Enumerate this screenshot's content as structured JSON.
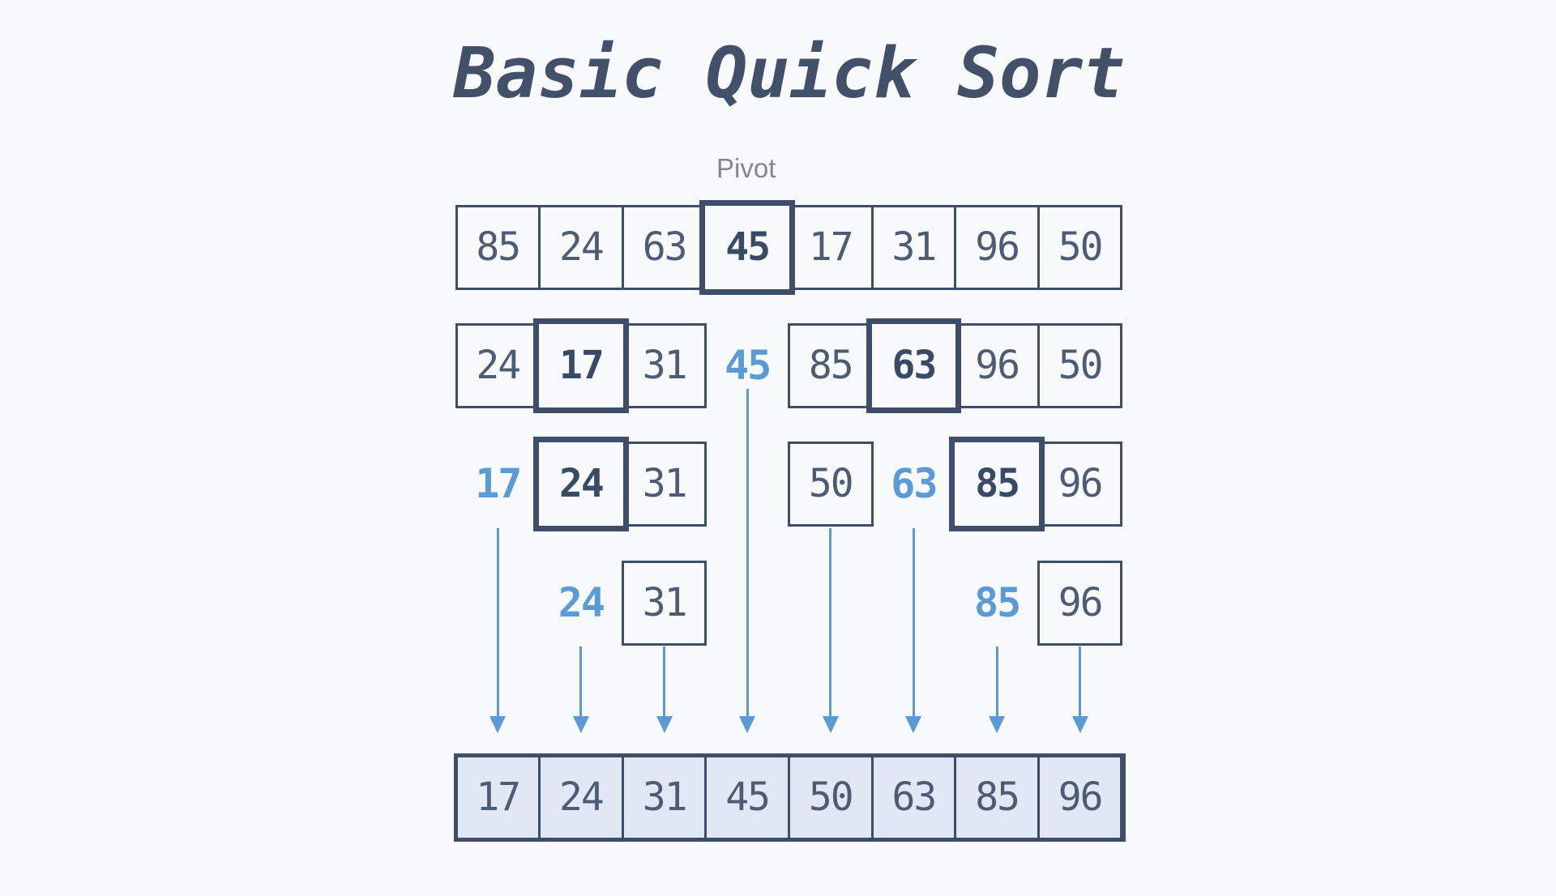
{
  "title": "Basic Quick Sort",
  "pivot_label": "Pivot",
  "colors": {
    "background": "#f8f9fa",
    "dark_slate": "#3e4e68",
    "number": "#4d5c74",
    "accent_blue": "#5a9bd5",
    "sorted_fill": "#e1e8f3",
    "label_gray": "#86878c"
  },
  "initial_row": {
    "values": [
      "85",
      "24",
      "63",
      "45",
      "17",
      "31",
      "96",
      "50"
    ],
    "pivot_index": 3
  },
  "partition_row_1": {
    "left_group": {
      "values": [
        "24",
        "17",
        "31"
      ],
      "highlight_index": 1
    },
    "placed_pivot": "45",
    "right_group": {
      "values": [
        "85",
        "63",
        "96",
        "50"
      ],
      "highlight_index": 1
    }
  },
  "partition_row_2": {
    "placed_left": "17",
    "left_group": {
      "values": [
        "24",
        "31"
      ],
      "highlight_index": 0
    },
    "single_box": "50",
    "placed_right": "63",
    "right_group": {
      "values": [
        "85",
        "96"
      ],
      "highlight_index": 0
    }
  },
  "partition_row_3": {
    "placed_left": "24",
    "left_box": "31",
    "placed_right": "85",
    "right_box": "96"
  },
  "sorted_row": {
    "values": [
      "17",
      "24",
      "31",
      "45",
      "50",
      "63",
      "85",
      "96"
    ]
  }
}
